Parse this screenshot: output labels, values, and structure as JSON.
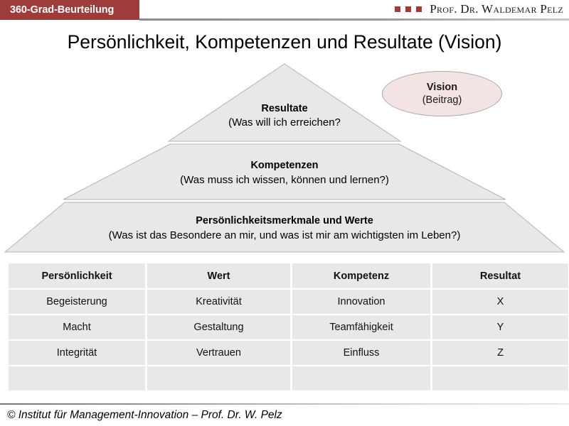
{
  "header": {
    "tag_label": "360-Grad-Beurteilung",
    "author": "Prof. Dr. Waldemar Pelz",
    "accent_color": "#9e3b3b",
    "marker_count": 3
  },
  "title": "Persönlichkeit, Kompetenzen und Resultate (Vision)",
  "pyramid": {
    "fill_color": "#e8e8e8",
    "border_color": "#b3b3b3",
    "bands": [
      {
        "title": "Resultate",
        "subtitle": "(Was will ich erreichen?"
      },
      {
        "title": "Kompetenzen",
        "subtitle": "(Was muss ich wissen, können und lernen?)"
      },
      {
        "title": "Persönlichkeitsmerkmale und Werte",
        "subtitle": "(Was ist das Besondere an mir, und was ist mir am wichtigsten im Leben?)"
      }
    ]
  },
  "vision": {
    "title": "Vision",
    "subtitle": "(Beitrag)",
    "fill_color": "#f3e3e3",
    "border_color": "#aaaaaa"
  },
  "table": {
    "headers": [
      "Persönlichkeit",
      "Wert",
      "Kompetenz",
      "Resultat"
    ],
    "rows": [
      [
        "Begeisterung",
        "Kreativität",
        "Innovation",
        "X"
      ],
      [
        "Macht",
        "Gestaltung",
        "Teamfähigkeit",
        "Y"
      ],
      [
        "Integrität",
        "Vertrauen",
        "Einfluss",
        "Z"
      ],
      [
        "",
        "",
        "",
        ""
      ]
    ],
    "cell_color": "#e8e8e8"
  },
  "footer": {
    "text": "© Institut für Management-Innovation – Prof. Dr. W. Pelz"
  }
}
